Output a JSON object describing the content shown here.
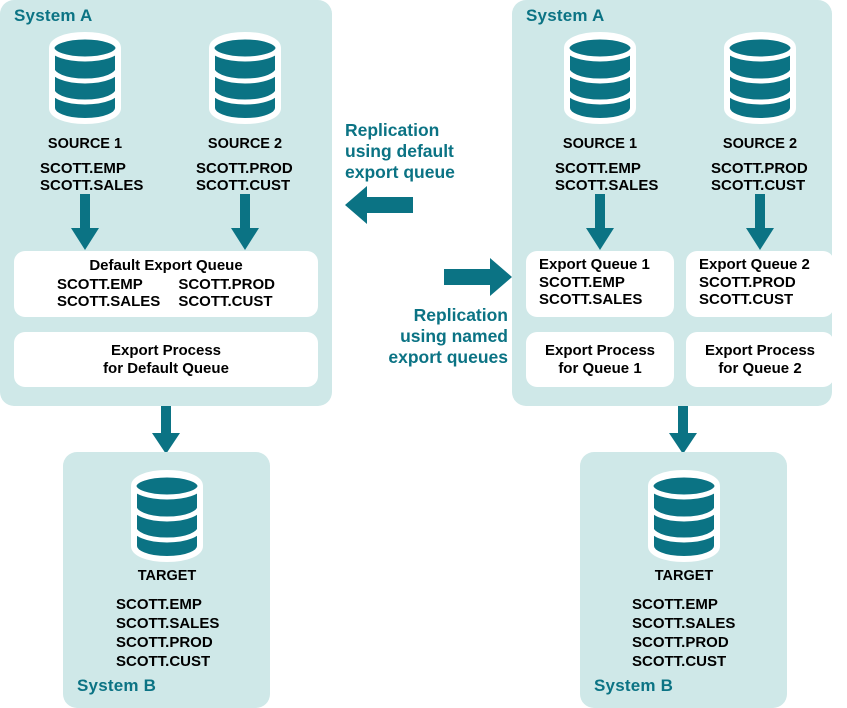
{
  "colors": {
    "teal": "#0b7384",
    "panel_bg": "#cfe8e8",
    "box_bg": "#ffffff",
    "text": "#000000"
  },
  "center": {
    "caption_top": "Replication\nusing default\nexport queue",
    "caption_bottom": "Replication\nusing named\nexport queues",
    "arrow_top_direction": "left",
    "arrow_bottom_direction": "right"
  },
  "left_diagram": {
    "system_a_label": "System A",
    "system_b_label": "System B",
    "sources": [
      {
        "title": "SOURCE 1",
        "tables": [
          "SCOTT.EMP",
          "SCOTT.SALES"
        ],
        "icon": "database-cylinder-icon"
      },
      {
        "title": "SOURCE 2",
        "tables": [
          "SCOTT.PROD",
          "SCOTT.CUST"
        ],
        "icon": "database-cylinder-icon"
      }
    ],
    "queue_box": {
      "title": "Default Export Queue",
      "column_left": [
        "SCOTT.EMP",
        "SCOTT.SALES"
      ],
      "column_right": [
        "SCOTT.PROD",
        "SCOTT.CUST"
      ]
    },
    "process_box": {
      "line1": "Export Process",
      "line2": "for Default Queue"
    },
    "target": {
      "title": "TARGET",
      "tables": [
        "SCOTT.EMP",
        "SCOTT.SALES",
        "SCOTT.PROD",
        "SCOTT.CUST"
      ],
      "icon": "database-cylinder-icon"
    }
  },
  "right_diagram": {
    "system_a_label": "System A",
    "system_b_label": "System B",
    "sources": [
      {
        "title": "SOURCE 1",
        "tables": [
          "SCOTT.EMP",
          "SCOTT.SALES"
        ],
        "icon": "database-cylinder-icon"
      },
      {
        "title": "SOURCE 2",
        "tables": [
          "SCOTT.PROD",
          "SCOTT.CUST"
        ],
        "icon": "database-cylinder-icon"
      }
    ],
    "queue_boxes": [
      {
        "title": "Export Queue 1",
        "tables": [
          "SCOTT.EMP",
          "SCOTT.SALES"
        ]
      },
      {
        "title": "Export Queue 2",
        "tables": [
          "SCOTT.PROD",
          "SCOTT.CUST"
        ]
      }
    ],
    "process_boxes": [
      {
        "line1": "Export Process",
        "line2": "for Queue 1"
      },
      {
        "line1": "Export Process",
        "line2": "for Queue 2"
      }
    ],
    "target": {
      "title": "TARGET",
      "tables": [
        "SCOTT.EMP",
        "SCOTT.SALES",
        "SCOTT.PROD",
        "SCOTT.CUST"
      ],
      "icon": "database-cylinder-icon"
    }
  }
}
